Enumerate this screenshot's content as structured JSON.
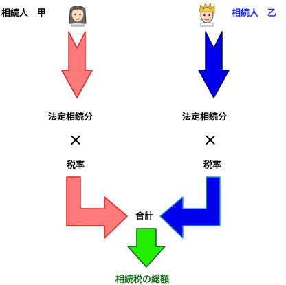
{
  "heir_a": {
    "label": "相続人　甲",
    "color": "#000000",
    "arrow_fill": "#ff7a7a",
    "arrow_stroke": "#cc2a2a",
    "avatar_icon": "woman-avatar-icon"
  },
  "heir_b": {
    "label": "相続人　乙",
    "color": "#1a2cff",
    "arrow_fill": "#0000ee",
    "arrow_stroke": "#000066",
    "avatar_icon": "man-avatar-icon"
  },
  "left_column": {
    "statutory_share": "法定相続分",
    "multiply": "×",
    "tax_rate": "税率"
  },
  "right_column": {
    "statutory_share": "法定相続分",
    "multiply": "×",
    "tax_rate": "税率"
  },
  "sum_label": "合計",
  "result": {
    "label": "相続税の総額",
    "color": "#1a6b1a",
    "arrow_fill": "#22ee00",
    "arrow_stroke": "#0a5a0a"
  }
}
